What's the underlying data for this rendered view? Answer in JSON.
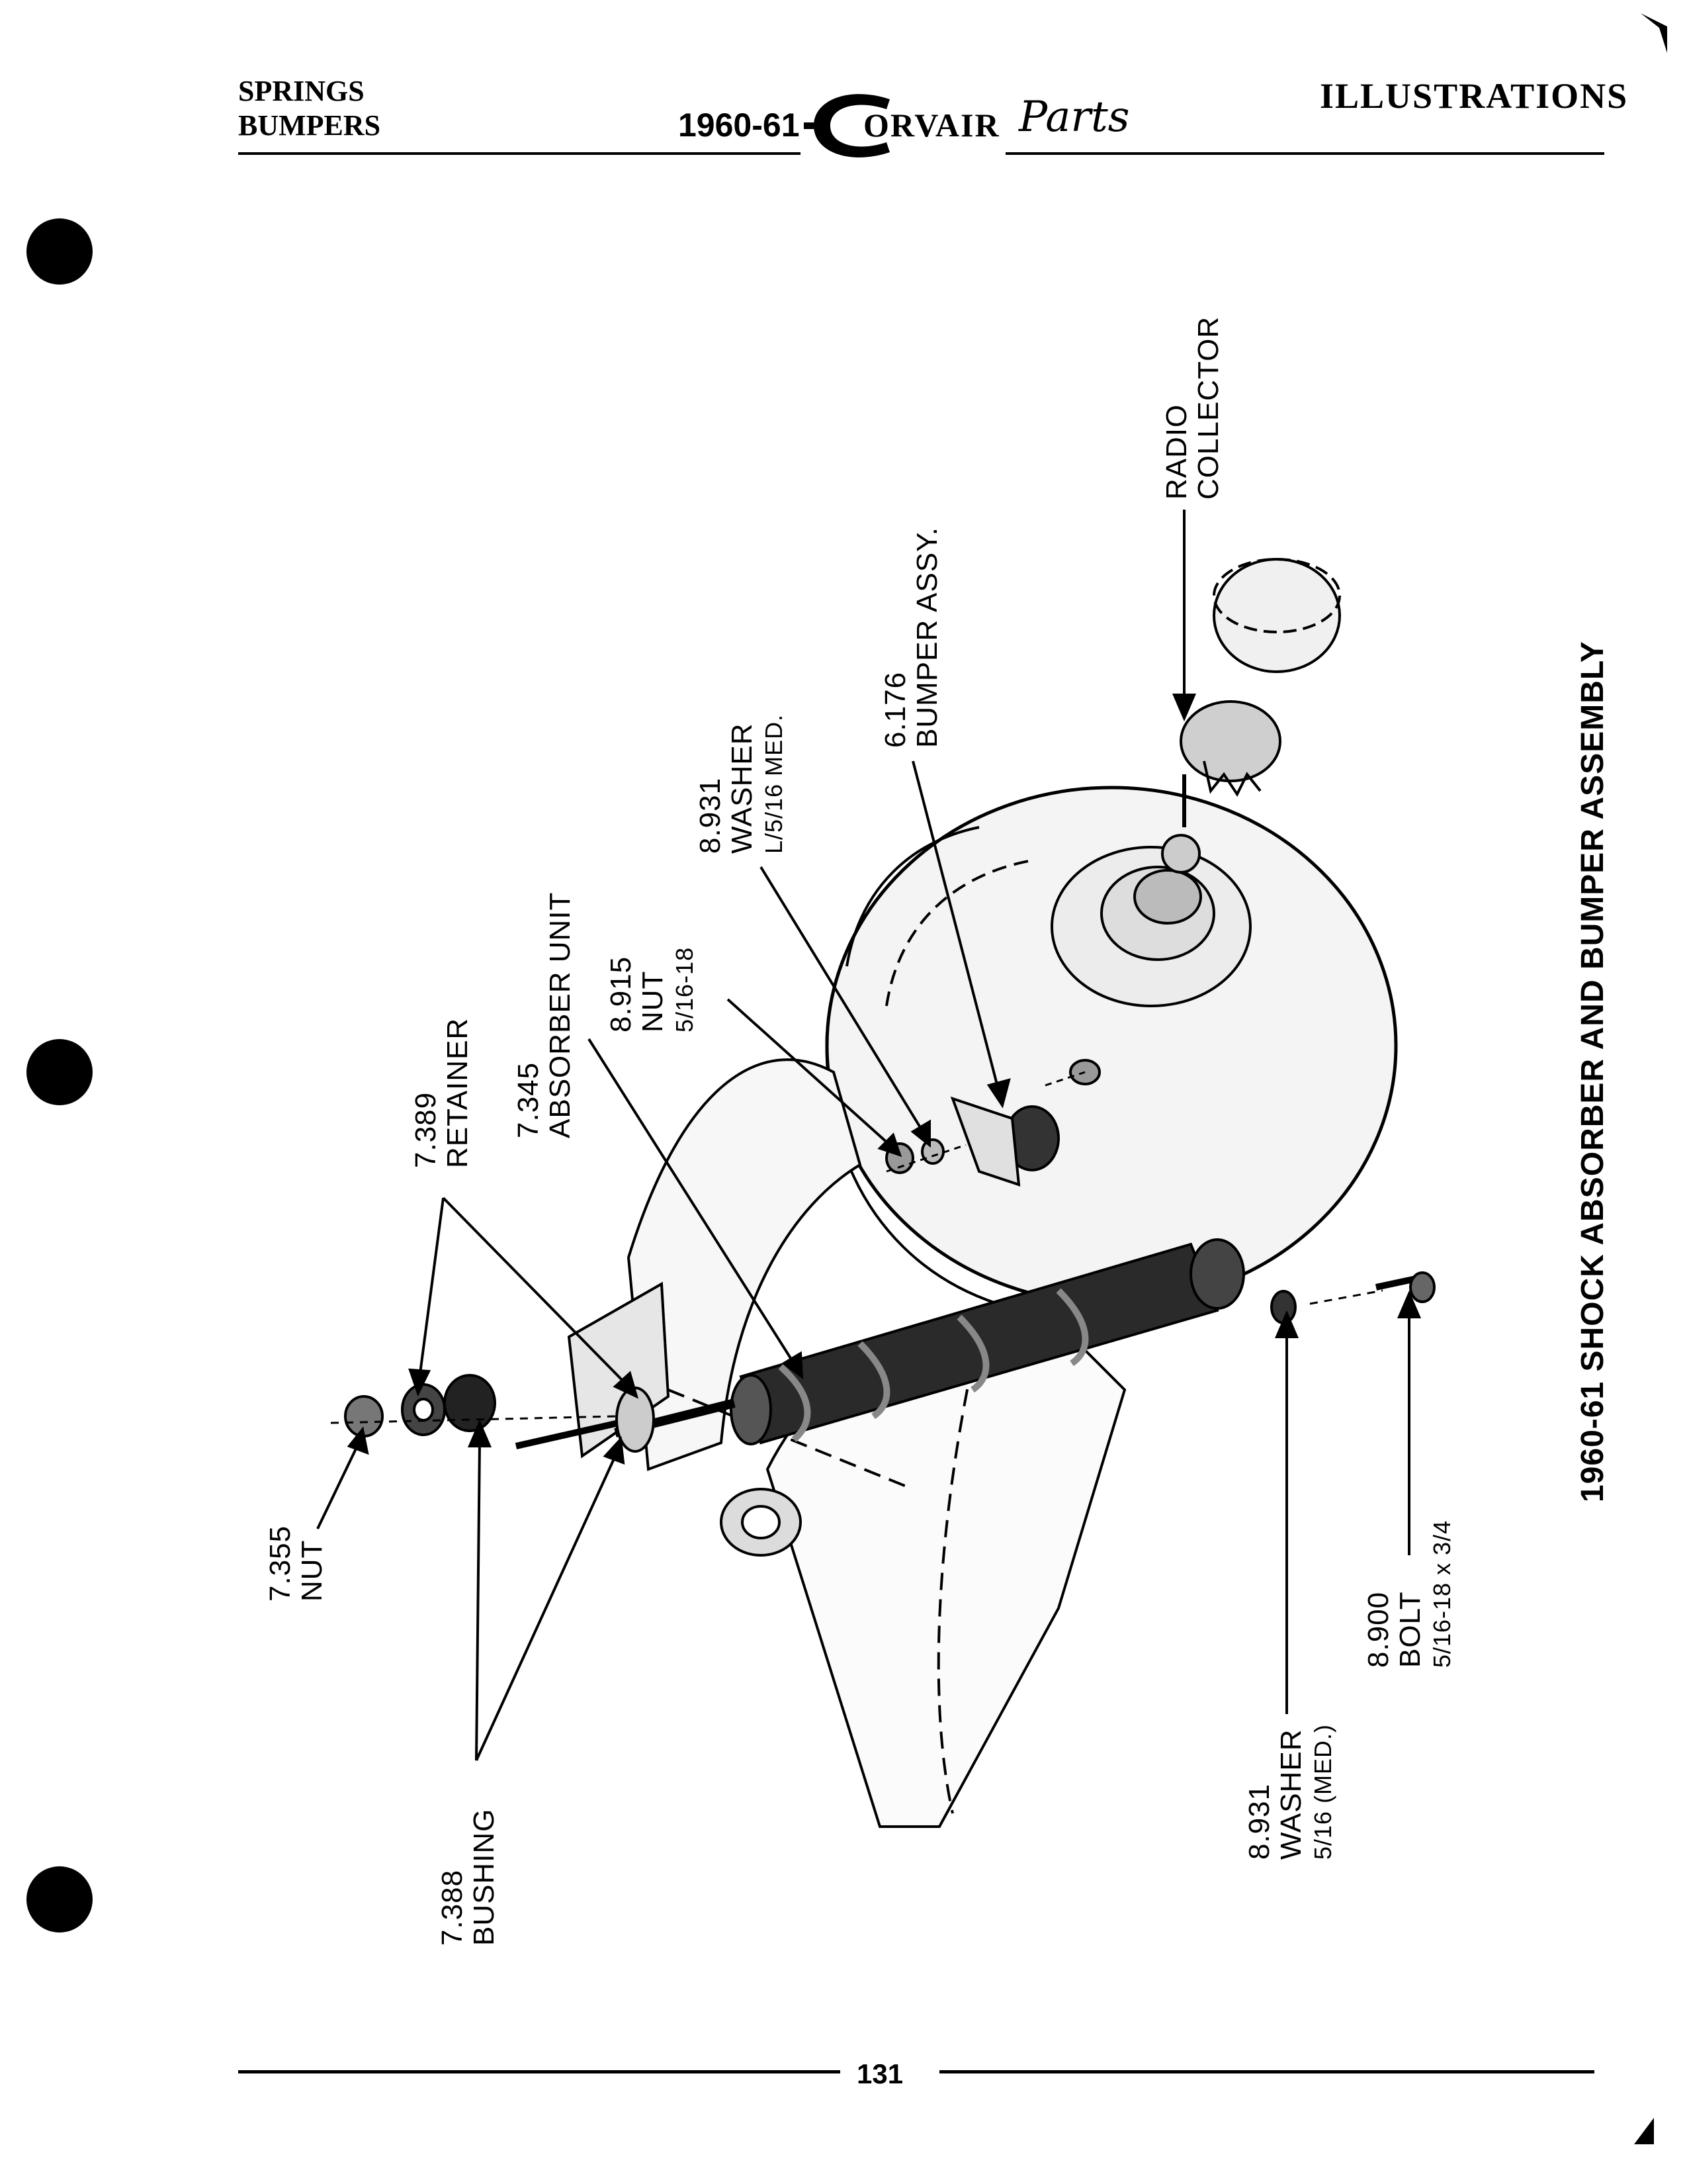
{
  "header": {
    "section_line1": "SPRINGS",
    "section_line2": "BUMPERS",
    "year": "1960-61",
    "brand_block": "ORVAIR",
    "brand_script": "Parts",
    "right_title": "ILLUSTRATIONS"
  },
  "caption": "1960-61  SHOCK ABSORBER AND BUMPER ASSEMBLY",
  "page_number": "131",
  "labels": {
    "radio_collector": {
      "line1": "RADIO",
      "line2": "COLLECTOR"
    },
    "bumper_assy": {
      "num": "6.176",
      "name": "BUMPER ASSY."
    },
    "washer_top": {
      "num": "8.931",
      "name": "WASHER",
      "size": "L/5/16 MED."
    },
    "nut_top": {
      "num": "8.915",
      "name": "NUT",
      "size": "5/16-18"
    },
    "absorber_unit": {
      "num": "7.345",
      "name": "ABSORBER UNIT"
    },
    "retainer": {
      "num": "7.389",
      "name": "RETAINER"
    },
    "nut_left": {
      "num": "7.355",
      "name": "NUT"
    },
    "bushing": {
      "num": "7.388",
      "name": "BUSHING"
    },
    "washer_bottom": {
      "num": "8.931",
      "name": "WASHER",
      "size": "5/16 (MED.)"
    },
    "bolt": {
      "num": "8.900",
      "name": "BOLT",
      "size": "5/16-18 x 3/4"
    }
  }
}
